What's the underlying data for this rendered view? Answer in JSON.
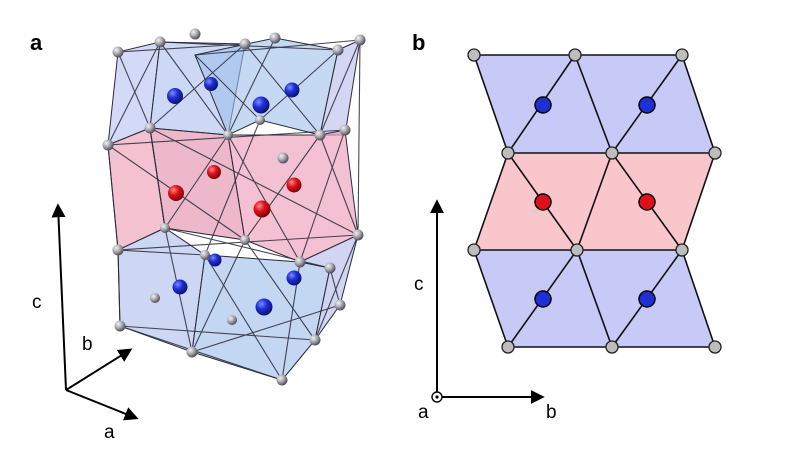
{
  "panels": {
    "a": {
      "label": "a",
      "axes": {
        "c": "c",
        "b": "b",
        "a": "a"
      }
    },
    "b": {
      "label": "b",
      "axes": {
        "c": "c",
        "b": "b",
        "a": "a"
      }
    }
  },
  "colors": {
    "blue_polyhedron": "#b8bcf5",
    "red_polyhedron": "#f6b9c2",
    "blue_atom": "#1d2fd6",
    "red_atom": "#e0101a",
    "vertex_atom": "#bdbdbd",
    "edge": "#111111"
  }
}
